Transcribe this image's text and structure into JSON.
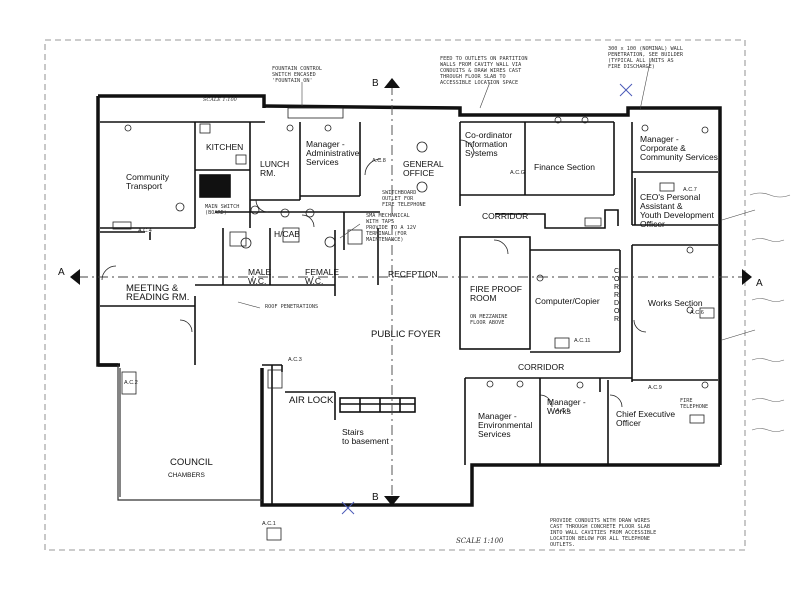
{
  "rooms": {
    "community_transport": "Community\nTransport",
    "kitchen": "KITCHEN",
    "lunch": "LUNCH\nRM.",
    "mgr_admin": "Manager -\nAdministrative\nServices",
    "general_office": "GENERAL\nOFFICE",
    "coordinator": "Co-ordinator\nInformation\nSystems",
    "finance": "Finance Section",
    "mgr_corporate": "Manager -\nCorporate &\nCommunity Services",
    "ceo_pa": "CEO's Personal\nAssistant &\nYouth Development\nOfficer",
    "corridor_top": "CORRIDOR",
    "corridor_vertical": "CORRIDOR",
    "corridor_lower": "CORRIDOR",
    "hcab": "H/CAB",
    "male_wc": "MALE\nW.C.",
    "female_wc": "FEMALE\nW.C.",
    "reception": "RECEPTION",
    "meeting": "MEETING &\nREADING RM.",
    "fire_proof": "FIRE PROOF\nROOM",
    "computer": "Computer/Copier",
    "works_section": "Works Section",
    "public_foyer": "PUBLIC FOYER",
    "air_lock": "AIR LOCK",
    "stairs": "Stairs\nto basement",
    "council": "COUNCIL",
    "chambers": "CHAMBERS",
    "mgr_env": "Manager -\nEnvironmental\nServices",
    "mgr_works": "Manager -\nWorks",
    "chief_exec": "Chief Executive\nOfficer"
  },
  "markers": {
    "section_b": "B",
    "section_a": "A",
    "scale_top": "SCALE 1:100",
    "scale_bottom": "SCALE 1:100",
    "bottom_note": "PROVIDE CONDUITS WITH DRAW WIRES\nCAST THROUGH CONCRETE FLOOR SLAB\nINTO WALL CAVITIES FROM ACCESSIBLE\nLOCATION BELOW FOR ALL TELEPHONE\nOUTLETS.",
    "top_note_fountain": "FOUNTAIN CONTROL\nSWITCH ENCASED\n'FOUNTAIN ON'",
    "top_note_outlets": "FEED TO OUTLETS ON PARTITION\nWALLS FROM CAVITY WALL VIA\nCONDUITS & DRAW WIRES CAST\nTHROUGH FLOOR SLAB TO\nACCESSIBLE LOCATION SPACE",
    "top_note_right": "300 x 100 (NOMINAL) WALL\nPENETRATION, SEE BUILDER\n(TYPICAL ALL UNITS AS\nFIRE DISCHARGE)",
    "roof_note": "ROOF PENETRATIONS",
    "switchboard_note": "SWITCHBOARD\nOUTLET FOR\nFIRE TELEPHONE",
    "mezzanine_note": "ON MEZZANINE\nFLOOR ABOVE",
    "underground_note": "SMA MECHANICAL\nWITH TAPS\nPROVIDE TO A 12V\nTERMINAL (FOR\nMAINTENANCE)",
    "fire_phone": "FIRE\nTELEPHONE",
    "main_switch": "MAIN SWITCH\n(BOARD)",
    "ac_labels": [
      "A.C.4",
      "A.C.G",
      "A.C.7",
      "A.C.6",
      "A.C.5",
      "A.C.8",
      "A.C.9",
      "A.C.2",
      "A.C.1",
      "A.C.3",
      "A.C.11"
    ]
  }
}
